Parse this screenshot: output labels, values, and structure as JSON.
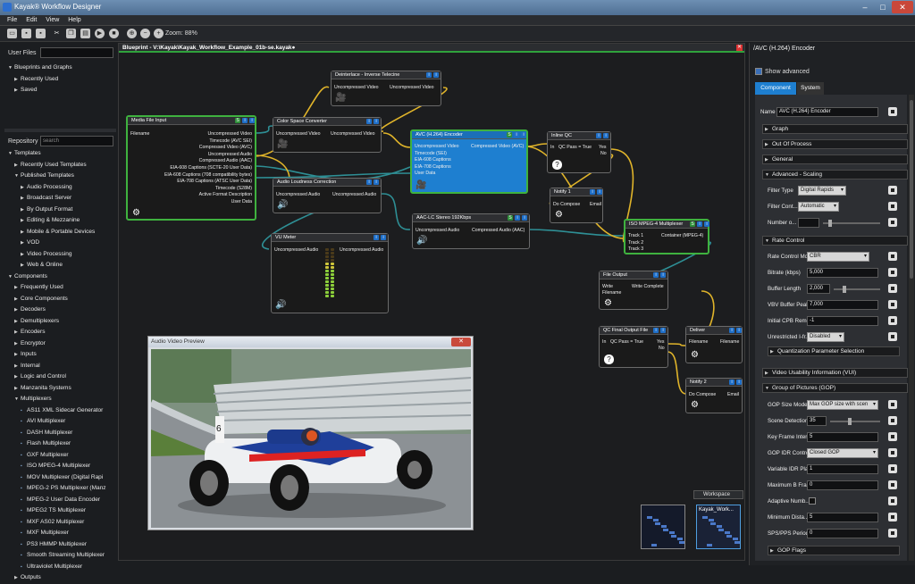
{
  "window": {
    "title": "Kayak® Workflow Designer",
    "minimize": "–",
    "maximize": "□",
    "close": "✕"
  },
  "menu": {
    "file": "File",
    "edit": "Edit",
    "view": "View",
    "help": "Help"
  },
  "toolbar": {
    "zoom_label": "Zoom: 88%"
  },
  "left": {
    "user_files_label": "User Files",
    "repository_label": "Repository",
    "repository_search_placeholder": "search",
    "user_tree": [
      {
        "label": "Blueprints and Graphs",
        "level": 0,
        "open": true
      },
      {
        "label": "Recently Used",
        "level": 1,
        "open": false
      },
      {
        "label": "Saved",
        "level": 1,
        "open": false
      }
    ],
    "repo_tree": [
      {
        "label": "Templates",
        "level": 0,
        "open": true
      },
      {
        "label": "Recently Used Templates",
        "level": 1,
        "open": false
      },
      {
        "label": "Published Templates",
        "level": 1,
        "open": true
      },
      {
        "label": "Audio Processing",
        "level": 2,
        "open": false
      },
      {
        "label": "Broadcast Server",
        "level": 2,
        "open": false
      },
      {
        "label": "By Output Format",
        "level": 2,
        "open": false
      },
      {
        "label": "Editing & Mezzanine",
        "level": 2,
        "open": false
      },
      {
        "label": "Mobile & Portable Devices",
        "level": 2,
        "open": false
      },
      {
        "label": "VOD",
        "level": 2,
        "open": false
      },
      {
        "label": "Video Processing",
        "level": 2,
        "open": false
      },
      {
        "label": "Web & Online",
        "level": 2,
        "open": false
      },
      {
        "label": "Components",
        "level": 0,
        "open": true
      },
      {
        "label": "Frequently Used",
        "level": 1,
        "open": false
      },
      {
        "label": "Core Components",
        "level": 1,
        "open": false
      },
      {
        "label": "Decoders",
        "level": 1,
        "open": false
      },
      {
        "label": "Demultiplexers",
        "level": 1,
        "open": false
      },
      {
        "label": "Encoders",
        "level": 1,
        "open": false
      },
      {
        "label": "Encryptor",
        "level": 1,
        "open": false
      },
      {
        "label": "Inputs",
        "level": 1,
        "open": false
      },
      {
        "label": "Internal",
        "level": 1,
        "open": false
      },
      {
        "label": "Logic and Control",
        "level": 1,
        "open": false
      },
      {
        "label": "Manzanita Systems",
        "level": 1,
        "open": false
      },
      {
        "label": "Multiplexers",
        "level": 1,
        "open": true
      },
      {
        "label": "AS11 XML Sidecar Generator",
        "level": 2,
        "leaf": true
      },
      {
        "label": "AVI Multiplexer",
        "level": 2,
        "leaf": true
      },
      {
        "label": "DASH Multiplexer",
        "level": 2,
        "leaf": true
      },
      {
        "label": "Flash Multiplexer",
        "level": 2,
        "leaf": true
      },
      {
        "label": "GXF Multiplexer",
        "level": 2,
        "leaf": true
      },
      {
        "label": "ISO MPEG-4 Multiplexer",
        "level": 2,
        "leaf": true
      },
      {
        "label": "MOV Multiplexer (Digital Rapi",
        "level": 2,
        "leaf": true
      },
      {
        "label": "MPEG-2 PS Multiplexer (Manz",
        "level": 2,
        "leaf": true
      },
      {
        "label": "MPEG-2 User Data Encoder",
        "level": 2,
        "leaf": true
      },
      {
        "label": "MPEG2 TS Multiplexer",
        "level": 2,
        "leaf": true
      },
      {
        "label": "MXF AS02 Multiplexer",
        "level": 2,
        "leaf": true
      },
      {
        "label": "MXF Multiplexer",
        "level": 2,
        "leaf": true
      },
      {
        "label": "PS3 HMMP Multiplexer",
        "level": 2,
        "leaf": true
      },
      {
        "label": "Smooth Streaming Multiplexer",
        "level": 2,
        "leaf": true
      },
      {
        "label": "Ultraviolet Multiplexer",
        "level": 2,
        "leaf": true
      },
      {
        "label": "Outputs",
        "level": 1,
        "open": false
      }
    ]
  },
  "blueprint": {
    "title": "Blueprint - V:\\Kayak\\Kayak_Workflow_Example_01b-se.kayak●"
  },
  "nodes": {
    "media_file_input": {
      "title": "Media File Input",
      "in": "Filename",
      "outs": [
        "Uncompressed Video",
        "Timecode (AVC SEI)",
        "Compressed Video (AVC)",
        "Uncompressed Audio",
        "Compressed Audio (AAC)",
        "EIA-608 Captions (SCTE-20 User Data)",
        "EIA-608 Captions (708 compatibility bytes)",
        "EIA-708 Captions (ATSC User Data)",
        "Timecode (S28M)",
        "Active Format Description",
        "User Data"
      ]
    },
    "deinterlace": {
      "title": "Deinterlace - Inverse Telecine",
      "in": "Uncompressed Video",
      "out": "Uncompressed Video"
    },
    "color_space": {
      "title": "Color Space Converter",
      "in": "Uncompressed Video",
      "out": "Uncompressed Video"
    },
    "audio_loudness": {
      "title": "Audio Loudness Correction",
      "in": "Uncompressed Audio",
      "out": "Uncompressed Audio"
    },
    "vu_meter": {
      "title": "VU Meter",
      "in": "Uncompressed Audio",
      "out": "Uncompressed Audio"
    },
    "avc_encoder": {
      "title": "AVC (H.264) Encoder",
      "ins": [
        "Uncompressed Video",
        "Timecode (SEI)",
        "EIA-608 Captions",
        "EIA-708 Captions",
        "User Data"
      ],
      "out": "Compressed Video (AVC)"
    },
    "aac_lc": {
      "title": "AAC-LC Stereo 192Kbps",
      "in": "Uncompressed Audio",
      "out": "Compressed Audio (AAC)"
    },
    "inline_qc": {
      "title": "Inline QC",
      "in": "In",
      "cond": "QC Pass = True",
      "yes": "Yes",
      "no": "No"
    },
    "notify1": {
      "title": "Notify 1",
      "in": "Do Compose",
      "out": "Email"
    },
    "iso_mux": {
      "title": "ISO MPEG-4 Multiplexer",
      "ins": [
        "Track 1",
        "Track 2",
        "Track 3"
      ],
      "out": "Container (MPEG-4)"
    },
    "file_output": {
      "title": "File Output",
      "ins": [
        "Write",
        "Filename"
      ],
      "out": "Write Complete"
    },
    "qc_final": {
      "title": "QC Final Output File",
      "in": "In",
      "cond": "QC Pass = True",
      "yes": "Yes",
      "no": "No"
    },
    "deliver": {
      "title": "Deliver",
      "in": "Filename",
      "out": "Filename"
    },
    "notify2": {
      "title": "Notify 2",
      "in": "Do Compose",
      "out": "Email"
    }
  },
  "preview": {
    "title": "Audio Video Preview",
    "car_number": "6"
  },
  "workspace": {
    "label": "Workspace",
    "thumb2_label": "Kayak_Work..."
  },
  "right": {
    "title": "/AVC (H.264) Encoder",
    "show_advanced": "Show advanced",
    "tabs": {
      "component": "Component",
      "system": "System"
    },
    "name_label": "Name",
    "name_value": "AVC (H.264) Encoder",
    "sections": {
      "graph": "Graph",
      "out_of_process": "Out Of Process",
      "general": "General",
      "adv_scaling": "Advanced - Scaling",
      "rate_control": "Rate Control",
      "qp_selection": "Quantization Parameter Selection",
      "vui": "Video Usability Information (VUI)",
      "gop": "Group of Pictures (GOP)",
      "gop_flags": "GOP Flags"
    },
    "props": {
      "filter_type": "Filter Type",
      "filter_type_v": "Digital Rapids",
      "filter_cont": "Filter Cont...",
      "filter_cont_v": "Automatic",
      "number_o": "Number o...",
      "rc_mode": "Rate Control Mo...",
      "rc_mode_v": "CBR",
      "bitrate": "Bitrate (kbps)",
      "bitrate_v": "5,000",
      "buffer_length": "Buffer Length",
      "buffer_length_v": "2,000",
      "vbv_peak": "VBV Buffer Peak...",
      "vbv_peak_v": "7,000",
      "initial_cpb": "Initial CPB Remo...",
      "initial_cpb_v": "-1",
      "unrestricted": "Unrestricted I-fr...",
      "unrestricted_v": "Disabled",
      "gop_size_mode": "GOP Size Mode",
      "gop_size_mode_v": "Max GOP size with scen",
      "scene_detection": "Scene Detection...",
      "scene_detection_v": "35",
      "key_frame": "Key Frame Inter...",
      "key_frame_v": "5",
      "gop_idr": "GOP IDR Control",
      "gop_idr_v": "Closed GOP",
      "variable_idr": "Variable IDR Pla...",
      "variable_idr_v": "1",
      "max_b": "Maximum B Fra...",
      "max_b_v": "0",
      "adaptive": "Adaptive Numb...",
      "min_dist": "Minimum Dista...",
      "min_dist_v": "5",
      "sps_pps": "SPS/PPS Period",
      "sps_pps_v": "0"
    }
  },
  "colors": {
    "accent_green": "#3fb23f",
    "selected_blue": "#1e7fd0",
    "titlebar": "#5b7ea3"
  }
}
